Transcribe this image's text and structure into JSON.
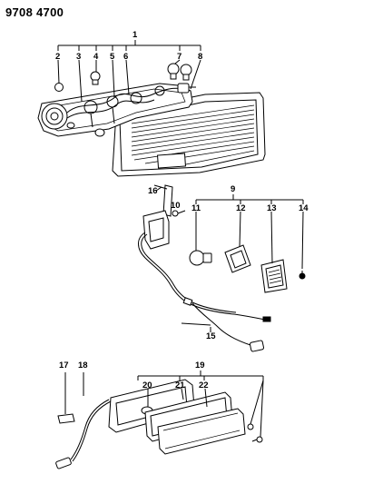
{
  "document_code": "9708 4700",
  "callouts": {
    "c1": "1",
    "c2": "2",
    "c3": "3",
    "c4": "4",
    "c5": "5",
    "c6": "6",
    "c7": "7",
    "c8": "8",
    "c9": "9",
    "c10": "10",
    "c11": "11",
    "c12": "12",
    "c13": "13",
    "c14": "14",
    "c15": "15",
    "c16": "16",
    "c17": "17",
    "c18": "18",
    "c19": "19",
    "c20": "20",
    "c21": "21",
    "c22": "22"
  }
}
